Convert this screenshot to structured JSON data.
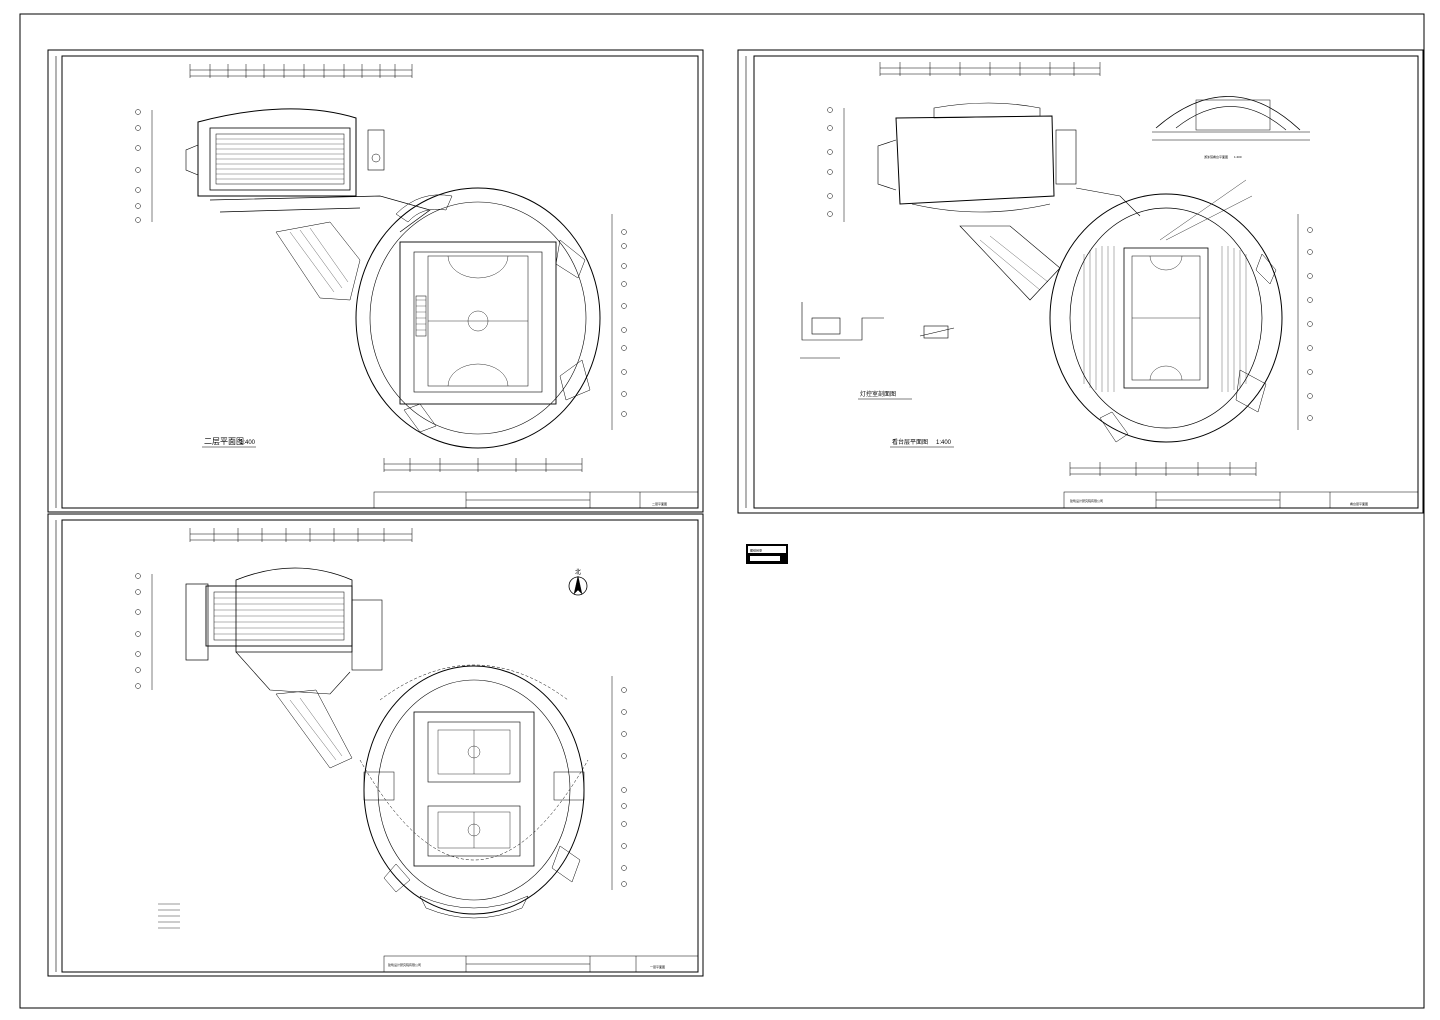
{
  "document": {
    "sheets": [
      {
        "id": "sheet-top-left",
        "plan_caption": "二层平面图",
        "plan_scale": "1:400",
        "title_block_name": "二层平面图"
      },
      {
        "id": "sheet-top-right",
        "plan_caption": "看台层平面图",
        "plan_scale": "1:400",
        "detail_caption": "灯控室剖面图",
        "inset_caption": "游泳馆看台平面图",
        "inset_scale": "1:400",
        "title_block_company": "建筑设计研究院有限公司",
        "title_block_name": "看台层平面图"
      },
      {
        "id": "sheet-bottom-left",
        "north_label": "北",
        "title_block_company": "建筑设计研究院有限公司",
        "title_block_name": "一层平面图"
      }
    ],
    "stamp_label": "图纸目录",
    "colors": {
      "line": "#000000",
      "paper": "#ffffff"
    }
  }
}
